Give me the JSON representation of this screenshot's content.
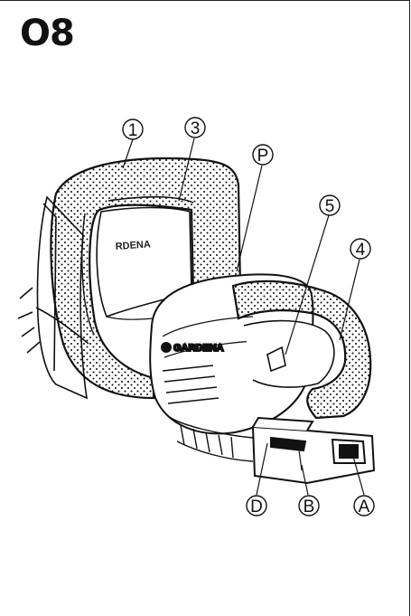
{
  "page": {
    "id": "O8"
  },
  "figure": {
    "brand_text_front": "GARDENA",
    "brand_text_guard": "RDENA",
    "icons": [
      "hedge-trimmer-illustration",
      "battery-icon",
      "lock-button-icon"
    ],
    "callouts": {
      "c1": "1",
      "c3": "3",
      "cP": "P",
      "c5": "5",
      "c4": "4",
      "cA": "A",
      "cB": "B",
      "cD": "D"
    }
  },
  "colors": {
    "line": "#111111",
    "background": "#ffffff"
  }
}
